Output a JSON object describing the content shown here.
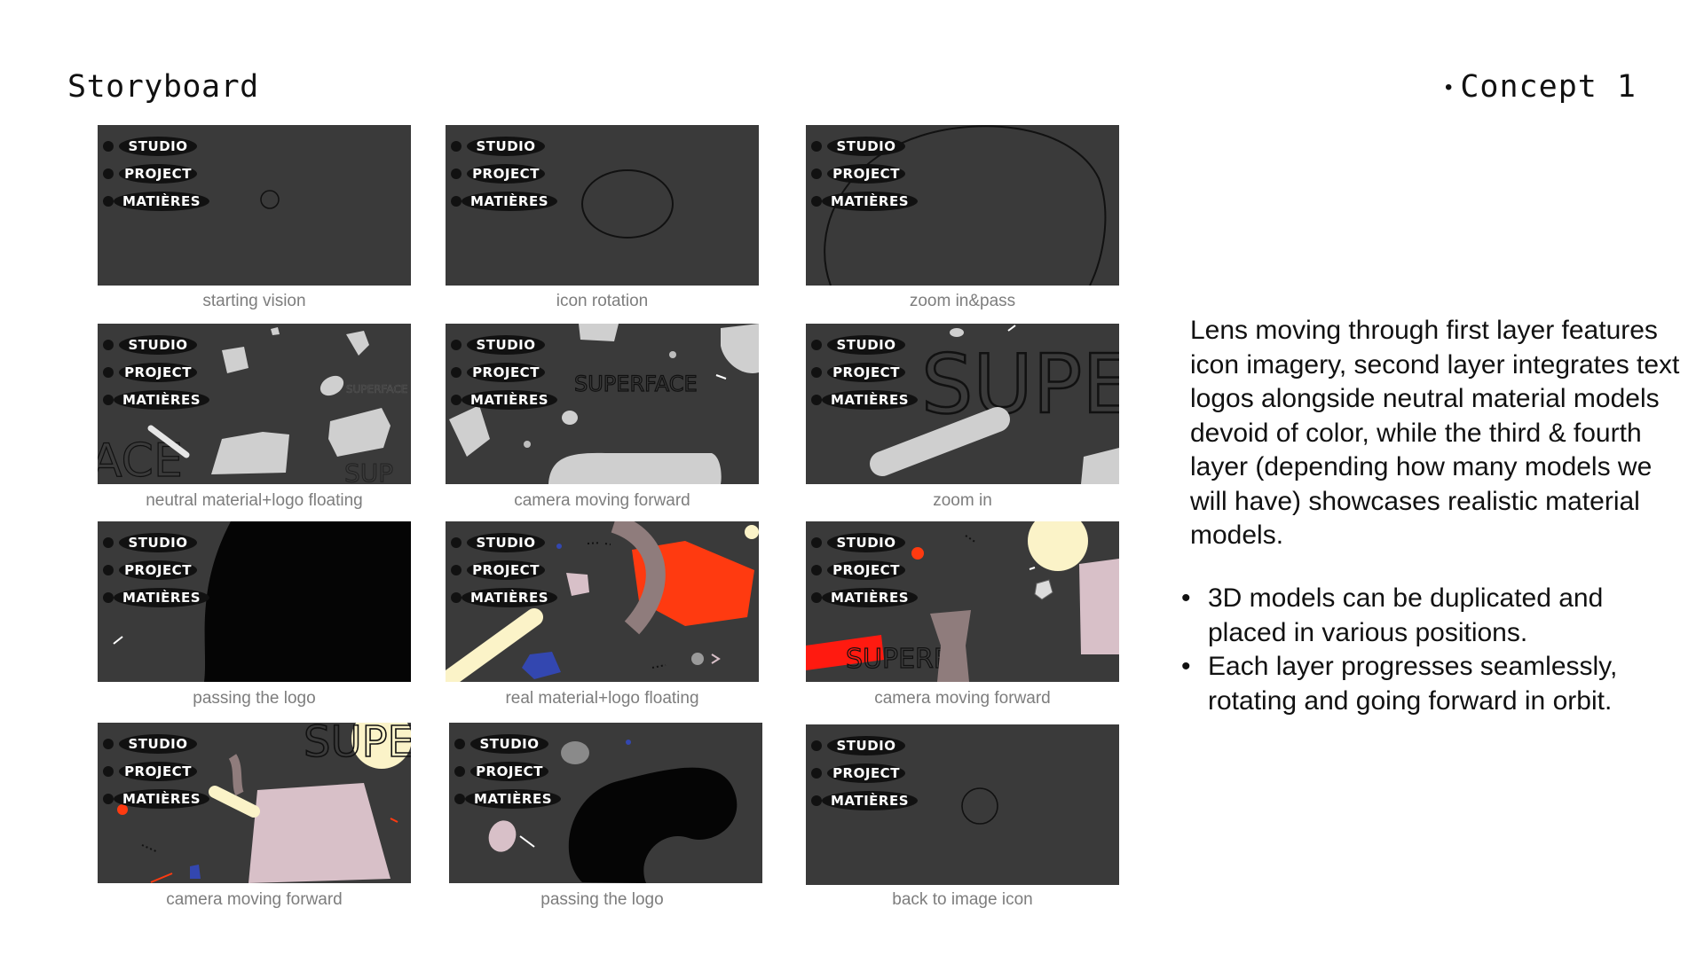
{
  "header": {
    "title": "Storyboard",
    "concept": "Concept 1"
  },
  "logo_labels": [
    "STUDIO",
    "PROJECT",
    "MATIÈRES"
  ],
  "panels": [
    {
      "caption": "starting vision"
    },
    {
      "caption": "icon rotation"
    },
    {
      "caption": "zoom in&pass"
    },
    {
      "caption": "neutral material+logo floating"
    },
    {
      "caption": "camera moving forward"
    },
    {
      "caption": "zoom in"
    },
    {
      "caption": "passing the logo"
    },
    {
      "caption": "real material+logo floating"
    },
    {
      "caption": "camera moving forward"
    },
    {
      "caption": "camera moving forward"
    },
    {
      "caption": "passing the logo"
    },
    {
      "caption": "back to image icon"
    }
  ],
  "sketch_text": {
    "superface": "SUPERFACE",
    "supe": "SUPE",
    "ace": "ACE",
    "sup": "SUP",
    "superf": "SUPERF"
  },
  "description": "Lens moving through first layer features icon imagery, second layer integrates text logos alongside neutral material models devoid of color, while the third & fourth layer (depending how many models we will have) showcases realistic material models.",
  "bullets": [
    "3D models can be duplicated and placed in various positions.",
    "Each layer progresses seamlessly, rotating and going forward in orbit."
  ],
  "colors": {
    "panel_bg": "#3a3a3a",
    "neutral": "#cfcfcf",
    "red": "#ff3a10",
    "pink": "#d8c0c8",
    "cream": "#fbf3c8",
    "blue": "#3347b0",
    "taupe": "#8f7c7c"
  }
}
